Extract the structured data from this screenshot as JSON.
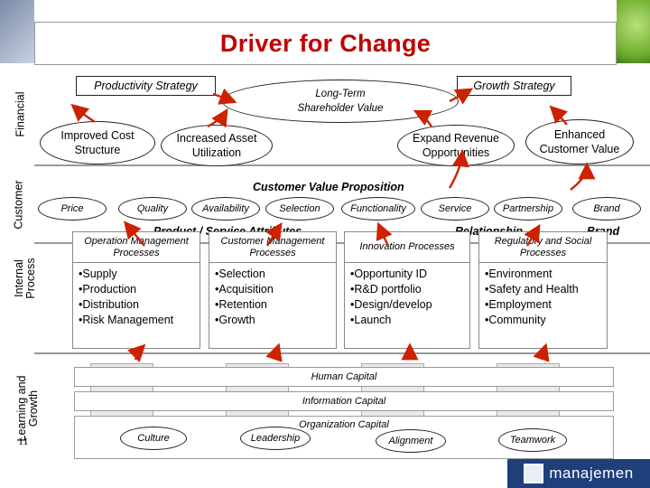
{
  "title": "Driver for Change",
  "perspectives": {
    "financial": "Financial",
    "customer": "Customer",
    "internal": "Internal Process",
    "learning": "Learning and Growth"
  },
  "financial": {
    "productivity": "Productivity Strategy",
    "growth": "Growth Strategy",
    "long_term": "Long-Term Shareholder Value",
    "improved_cost": "Improved Cost Structure",
    "asset_util": "Increased Asset Utilization",
    "expand_revenue": "Expand Revenue Opportunities",
    "enhanced_value": "Enhanced Customer Value"
  },
  "customer": {
    "cvp": "Customer Value Proposition",
    "attributes": [
      "Price",
      "Quality",
      "Availability",
      "Selection",
      "Functionality",
      "Service",
      "Partnership",
      "Brand"
    ],
    "product_service": "Product / Service Attributes",
    "relationship": "Relationship",
    "brand": "Brand"
  },
  "internal": {
    "processes": [
      {
        "header": "Operation Management Processes",
        "items": [
          "•Supply",
          "•Production",
          "•Distribution",
          "•Risk Management"
        ]
      },
      {
        "header": "Customer Management Processes",
        "items": [
          "•Selection",
          "•Acquisition",
          "•Retention",
          "•Growth"
        ]
      },
      {
        "header": "Innovation Processes",
        "items": [
          "•Opportunity ID",
          "•R&D portfolio",
          "•Design/develop",
          "•Launch"
        ]
      },
      {
        "header": "Regulatory and Social Processes",
        "items": [
          "•Environment",
          "•Safety and Health",
          "•Employment",
          "•Community"
        ]
      }
    ]
  },
  "learning": {
    "human": "Human Capital",
    "information": "Information Capital",
    "organization": "Organization Capital",
    "culture": "Culture",
    "leadership": "Leadership",
    "alignment": "Alignment",
    "teamwork": "Teamwork"
  },
  "footer": {
    "page_number": "11",
    "logo_text": "manajemen"
  },
  "colors": {
    "title": "#c00000",
    "arrow": "#cc2200",
    "logo_bg": "#1f3f7a"
  }
}
